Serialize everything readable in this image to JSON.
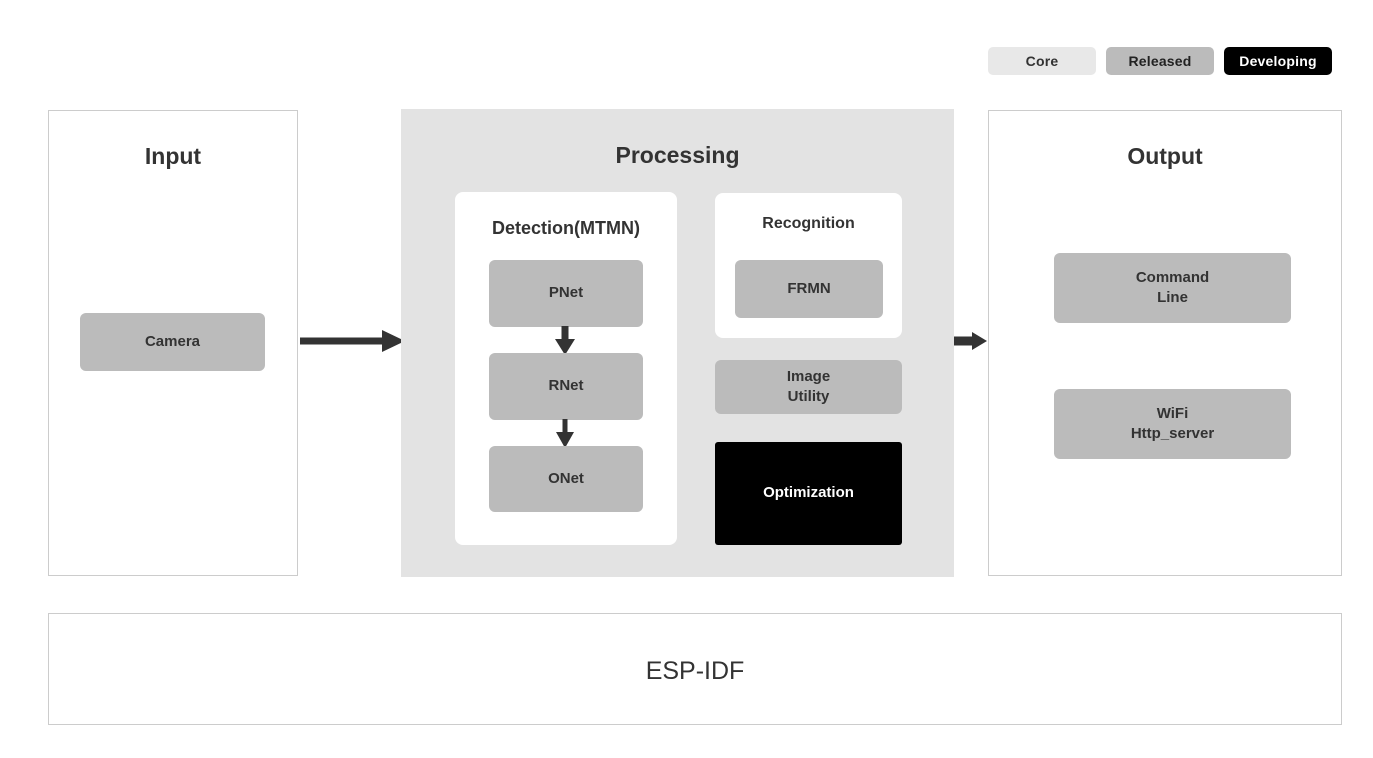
{
  "legend": {
    "items": [
      {
        "label": "Core",
        "color": "#e8e8e8",
        "text_color": "#333333"
      },
      {
        "label": "Released",
        "color": "#bbbbbb",
        "text_color": "#222222"
      },
      {
        "label": "Developing",
        "color": "#000000",
        "text_color": "#ffffff"
      }
    ]
  },
  "input": {
    "title": "Input",
    "camera_label": "Camera"
  },
  "processing": {
    "title": "Processing",
    "detection": {
      "title": "Detection(MTMN)",
      "stages": [
        {
          "label": "PNet"
        },
        {
          "label": "RNet"
        },
        {
          "label": "ONet"
        }
      ]
    },
    "recognition": {
      "title": "Recognition",
      "model_label": "FRMN"
    },
    "image_utility_label_line1": "Image",
    "image_utility_label_line2": "Utility",
    "optimization_label": "Optimization"
  },
  "output": {
    "title": "Output",
    "blocks": [
      {
        "line1": "Command",
        "line2": "Line"
      },
      {
        "line1": "WiFi",
        "line2": "Http_server"
      }
    ]
  },
  "footer": {
    "title": "ESP-IDF"
  },
  "colors": {
    "core": "#e8e8e8",
    "released": "#bbbbbb",
    "developing": "#000000",
    "processing_bg": "#e3e3e3",
    "panel_border": "#cccccc",
    "arrow": "#333333"
  }
}
